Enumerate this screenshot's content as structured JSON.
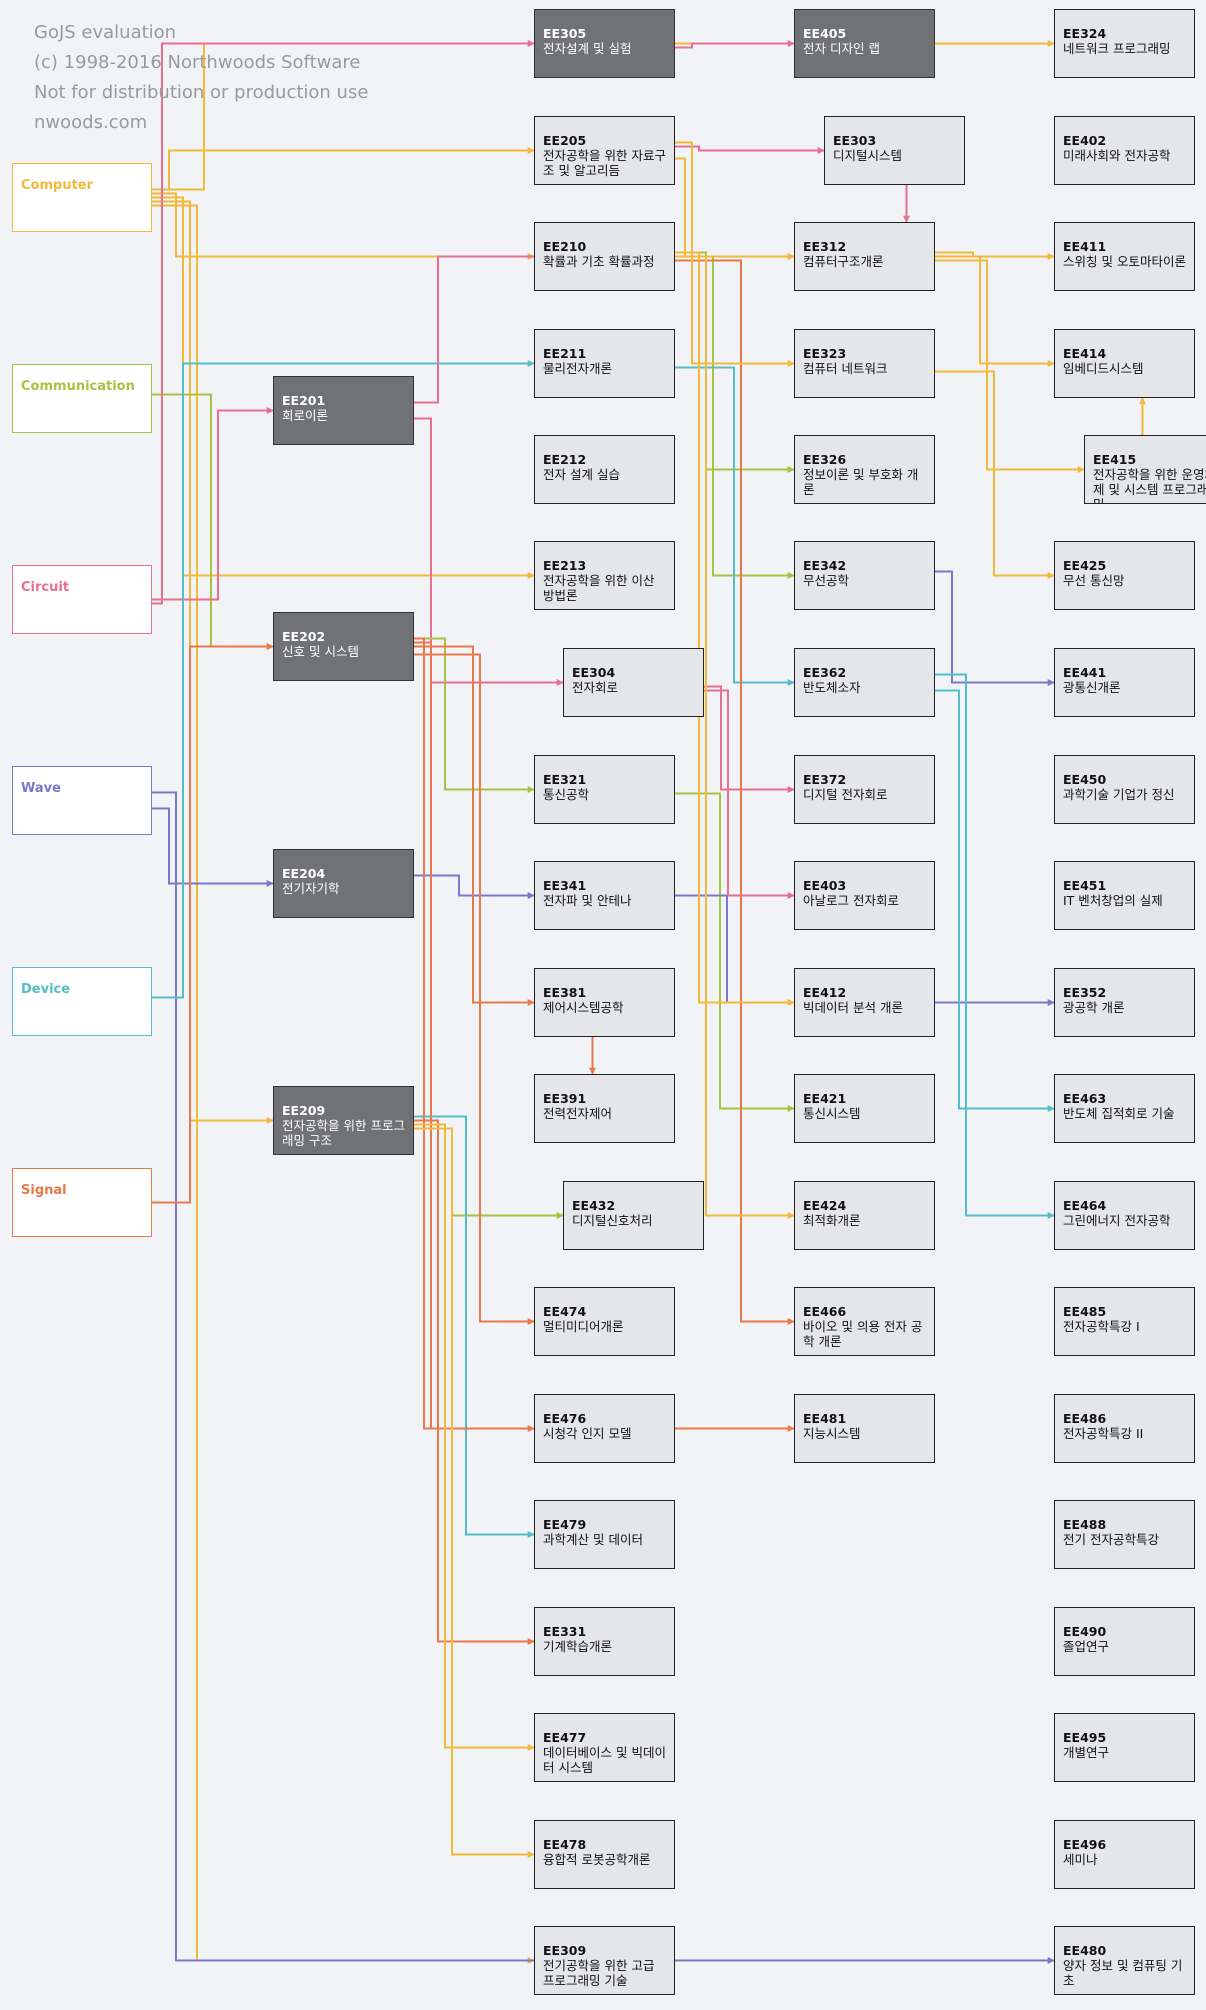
{
  "watermark": {
    "line1": "GoJS evaluation",
    "line2": "(c) 1998-2016 Northwoods Software",
    "line3": "Not for distribution or production use",
    "line4": "nwoods.com"
  },
  "colors": {
    "Computer": "#f2b93a",
    "Communication": "#a9c23f",
    "Circuit": "#e86f8e",
    "Wave": "#7a78c8",
    "Device": "#55bcc9",
    "Signal": "#e8794a"
  },
  "categories": [
    {
      "id": "computer",
      "label": "Computer",
      "key": "Computer"
    },
    {
      "id": "communication",
      "label": "Communication",
      "key": "Communication"
    },
    {
      "id": "circuit",
      "label": "Circuit",
      "key": "Circuit"
    },
    {
      "id": "wave",
      "label": "Wave",
      "key": "Wave"
    },
    {
      "id": "device",
      "label": "Device",
      "key": "Device"
    },
    {
      "id": "signal",
      "label": "Signal",
      "key": "Signal"
    }
  ],
  "courses": {
    "EE201": {
      "code": "EE201",
      "title": "회로이론",
      "dark": true
    },
    "EE202": {
      "code": "EE202",
      "title": "신호 및 시스템",
      "dark": true
    },
    "EE204": {
      "code": "EE204",
      "title": "전기자기학",
      "dark": true
    },
    "EE209": {
      "code": "EE209",
      "title": "전자공학을 위한 프로그래밍 구조",
      "dark": true
    },
    "EE305": {
      "code": "EE305",
      "title": "전자설계 및 실험",
      "dark": true
    },
    "EE405": {
      "code": "EE405",
      "title": "전자 디자인 랩",
      "dark": true
    },
    "EE205": {
      "code": "EE205",
      "title": "전자공학을 위한 자료구조 및 알고리듬"
    },
    "EE210": {
      "code": "EE210",
      "title": "확률과 기초 확률과정"
    },
    "EE211": {
      "code": "EE211",
      "title": "물리전자개론"
    },
    "EE212": {
      "code": "EE212",
      "title": "전자 설계 실습"
    },
    "EE213": {
      "code": "EE213",
      "title": "전자공학을 위한 이산 방법론"
    },
    "EE304": {
      "code": "EE304",
      "title": "전자회로"
    },
    "EE321": {
      "code": "EE321",
      "title": "통신공학"
    },
    "EE341": {
      "code": "EE341",
      "title": "전자파 및 안테나"
    },
    "EE381": {
      "code": "EE381",
      "title": "제어시스템공학"
    },
    "EE391": {
      "code": "EE391",
      "title": "전력전자제어"
    },
    "EE432": {
      "code": "EE432",
      "title": "디지털신호처리"
    },
    "EE474": {
      "code": "EE474",
      "title": "멀티미디어개론"
    },
    "EE476": {
      "code": "EE476",
      "title": "시청각 인지 모델"
    },
    "EE479": {
      "code": "EE479",
      "title": "과학계산 및 데이터"
    },
    "EE331": {
      "code": "EE331",
      "title": "기계학습개론"
    },
    "EE477": {
      "code": "EE477",
      "title": "데이터베이스 및 빅데이터 시스템"
    },
    "EE478": {
      "code": "EE478",
      "title": "융합적 로봇공학개론"
    },
    "EE309": {
      "code": "EE309",
      "title": "전기공학을 위한 고급 프로그래밍 기술"
    },
    "EE303": {
      "code": "EE303",
      "title": "디지털시스템"
    },
    "EE312": {
      "code": "EE312",
      "title": "컴퓨터구조개론"
    },
    "EE323": {
      "code": "EE323",
      "title": "컴퓨터 네트워크"
    },
    "EE326": {
      "code": "EE326",
      "title": "정보이론 및 부호화 개론"
    },
    "EE342": {
      "code": "EE342",
      "title": "무선공학"
    },
    "EE362": {
      "code": "EE362",
      "title": "반도체소자"
    },
    "EE372": {
      "code": "EE372",
      "title": "디지털 전자회로"
    },
    "EE403": {
      "code": "EE403",
      "title": "아날로그 전자회로"
    },
    "EE412": {
      "code": "EE412",
      "title": "빅데이터 분석 개론"
    },
    "EE421": {
      "code": "EE421",
      "title": "통신시스템"
    },
    "EE424": {
      "code": "EE424",
      "title": "최적화개론"
    },
    "EE466": {
      "code": "EE466",
      "title": "바이오 및 의용 전자 공학 개론"
    },
    "EE481": {
      "code": "EE481",
      "title": "지능시스템"
    },
    "EE324": {
      "code": "EE324",
      "title": "네트워크 프로그래밍"
    },
    "EE402": {
      "code": "EE402",
      "title": "미래사회와 전자공학"
    },
    "EE411": {
      "code": "EE411",
      "title": "스위칭 및 오토마타이론"
    },
    "EE414": {
      "code": "EE414",
      "title": "임베디드시스템"
    },
    "EE415": {
      "code": "EE415",
      "title": "전자공학을 위한 운영체제 및 시스템 프로그래밍"
    },
    "EE425": {
      "code": "EE425",
      "title": "무선 통신망"
    },
    "EE441": {
      "code": "EE441",
      "title": "광통신개론"
    },
    "EE450": {
      "code": "EE450",
      "title": "과학기술 기업가 정신"
    },
    "EE451": {
      "code": "EE451",
      "title": "IT 벤처창업의 실제"
    },
    "EE352": {
      "code": "EE352",
      "title": "광공학 개론"
    },
    "EE463": {
      "code": "EE463",
      "title": "반도체 집적회로 기술"
    },
    "EE464": {
      "code": "EE464",
      "title": "그린에너지 전자공학"
    },
    "EE485": {
      "code": "EE485",
      "title": "전자공학특강 I"
    },
    "EE486": {
      "code": "EE486",
      "title": "전자공학특강 II"
    },
    "EE488": {
      "code": "EE488",
      "title": "전기 전자공학특강"
    },
    "EE490": {
      "code": "EE490",
      "title": "졸업연구"
    },
    "EE495": {
      "code": "EE495",
      "title": "개별연구"
    },
    "EE496": {
      "code": "EE496",
      "title": "세미나"
    },
    "EE480": {
      "code": "EE480",
      "title": "양자 정보 및 컴퓨팅 기초"
    }
  },
  "links": [
    {
      "from": "Computer",
      "to": "EE205",
      "color": "Computer"
    },
    {
      "from": "Computer",
      "to": "EE210",
      "color": "Computer"
    },
    {
      "from": "Computer",
      "to": "EE213",
      "color": "Computer"
    },
    {
      "from": "Computer",
      "to": "EE209",
      "color": "Computer"
    },
    {
      "from": "Computer",
      "to": "EE309",
      "color": "Computer"
    },
    {
      "from": "Computer",
      "to": "EE324",
      "color": "Computer"
    },
    {
      "from": "Communication",
      "to": "EE202",
      "color": "Communication"
    },
    {
      "from": "Circuit",
      "to": "EE201",
      "color": "Circuit"
    },
    {
      "from": "Circuit",
      "to": "EE305",
      "color": "Circuit"
    },
    {
      "from": "Wave",
      "to": "EE204",
      "color": "Wave"
    },
    {
      "from": "Wave",
      "to": "EE480",
      "color": "Wave"
    },
    {
      "from": "Device",
      "to": "EE211",
      "color": "Device"
    },
    {
      "from": "Signal",
      "to": "EE202",
      "color": "Signal"
    },
    {
      "from": "EE305",
      "to": "EE405",
      "color": "Circuit"
    },
    {
      "from": "EE201",
      "to": "EE304",
      "color": "Circuit"
    },
    {
      "from": "EE201",
      "to": "EE312",
      "color": "Circuit"
    },
    {
      "from": "EE205",
      "to": "EE303",
      "color": "Circuit"
    },
    {
      "from": "EE303",
      "to": "EE312",
      "color": "Circuit"
    },
    {
      "from": "EE304",
      "to": "EE372",
      "color": "Circuit"
    },
    {
      "from": "EE304",
      "to": "EE403",
      "color": "Circuit"
    },
    {
      "from": "EE202",
      "to": "EE321",
      "color": "Communication"
    },
    {
      "from": "EE210",
      "to": "EE326",
      "color": "Communication"
    },
    {
      "from": "EE210",
      "to": "EE342",
      "color": "Communication"
    },
    {
      "from": "EE321",
      "to": "EE421",
      "color": "Communication"
    },
    {
      "from": "EE209",
      "to": "EE432",
      "color": "Communication"
    },
    {
      "from": "EE204",
      "to": "EE341",
      "color": "Wave"
    },
    {
      "from": "EE342",
      "to": "EE441",
      "color": "Wave"
    },
    {
      "from": "EE341",
      "to": "EE352",
      "color": "Wave"
    },
    {
      "from": "EE211",
      "to": "EE362",
      "color": "Device"
    },
    {
      "from": "EE362",
      "to": "EE463",
      "color": "Device"
    },
    {
      "from": "EE362",
      "to": "EE464",
      "color": "Device"
    },
    {
      "from": "EE209",
      "to": "EE479",
      "color": "Device"
    },
    {
      "from": "EE202",
      "to": "EE381",
      "color": "Signal"
    },
    {
      "from": "EE381",
      "to": "EE391",
      "color": "Signal"
    },
    {
      "from": "EE202",
      "to": "EE474",
      "color": "Signal"
    },
    {
      "from": "EE202",
      "to": "EE476",
      "color": "Signal"
    },
    {
      "from": "EE202",
      "to": "EE481",
      "color": "Signal"
    },
    {
      "from": "EE209",
      "to": "EE331",
      "color": "Signal"
    },
    {
      "from": "EE210",
      "to": "EE466",
      "color": "Signal"
    },
    {
      "from": "EE205",
      "to": "EE312",
      "color": "Computer"
    },
    {
      "from": "EE205",
      "to": "EE323",
      "color": "Computer"
    },
    {
      "from": "EE312",
      "to": "EE411",
      "color": "Computer"
    },
    {
      "from": "EE312",
      "to": "EE414",
      "color": "Computer"
    },
    {
      "from": "EE312",
      "to": "EE415",
      "color": "Computer"
    },
    {
      "from": "EE323",
      "to": "EE425",
      "color": "Computer"
    },
    {
      "from": "EE415",
      "to": "EE414",
      "color": "Computer"
    },
    {
      "from": "EE210",
      "to": "EE412",
      "color": "Computer"
    },
    {
      "from": "EE210",
      "to": "EE424",
      "color": "Computer"
    },
    {
      "from": "EE209",
      "to": "EE477",
      "color": "Computer"
    },
    {
      "from": "EE209",
      "to": "EE478",
      "color": "Computer"
    }
  ]
}
